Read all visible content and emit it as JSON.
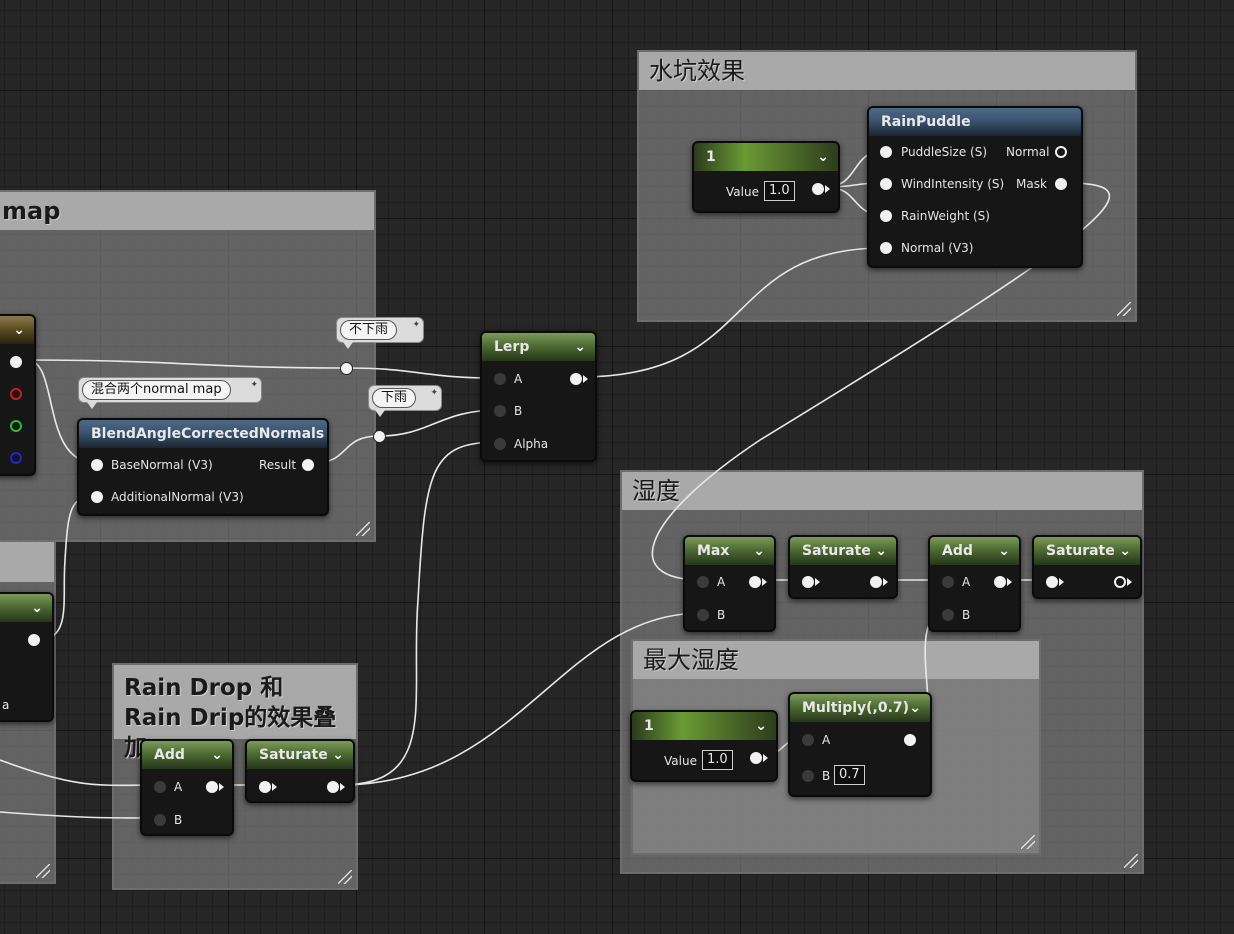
{
  "comments": {
    "puddle": {
      "title": "水坑效果"
    },
    "normalmap": {
      "title": "map"
    },
    "humidity": {
      "title": "湿度"
    },
    "max_humidity": {
      "title": "最大湿度"
    },
    "raindrop": {
      "title": "Rain Drop 和 Rain Drip的效果叠加"
    }
  },
  "bubbles": {
    "no_rain": "不下雨",
    "rain": "下雨",
    "blend": "混合两个normal map"
  },
  "nodes": {
    "const_top": {
      "title": "1",
      "value_label": "Value",
      "value": "1.0"
    },
    "rainpuddle": {
      "title": "RainPuddle",
      "inputs": [
        "PuddleSize (S)",
        "WindIntensity (S)",
        "RainWeight (S)",
        "Normal (V3)"
      ],
      "outputs": [
        "Normal",
        "Mask"
      ]
    },
    "lerp": {
      "title": "Lerp",
      "inputs": [
        "A",
        "B",
        "Alpha"
      ]
    },
    "blend": {
      "title": "BlendAngleCorrectedNormals",
      "inputs": [
        "BaseNormal (V3)",
        "AdditionalNormal (V3)"
      ],
      "output": "Result"
    },
    "max": {
      "title": "Max",
      "inputs": [
        "A",
        "B"
      ]
    },
    "saturate_1": {
      "title": "Saturate"
    },
    "add_humidity": {
      "title": "Add",
      "inputs": [
        "A",
        "B"
      ]
    },
    "saturate_2": {
      "title": "Saturate"
    },
    "const_max": {
      "title": "1",
      "value_label": "Value",
      "value": "1.0"
    },
    "multiply": {
      "title": "Multiply(,0.7)",
      "inputs": [
        "A",
        "B"
      ],
      "b_value": "0.7"
    },
    "add_rain": {
      "title": "Add",
      "inputs": [
        "A",
        "B"
      ]
    },
    "saturate_3": {
      "title": "Saturate"
    },
    "partial_left": {
      "pin_label": "a"
    }
  },
  "icons": {
    "dropdown": "chevron-down-icon",
    "pin": "pin-icon",
    "resize": "resize-grip-icon"
  },
  "colors": {
    "pin_white": "#f2f2f2",
    "header_green": "#4d6b33",
    "header_blue": "#3a536e",
    "wire": "#e8e8e8"
  }
}
